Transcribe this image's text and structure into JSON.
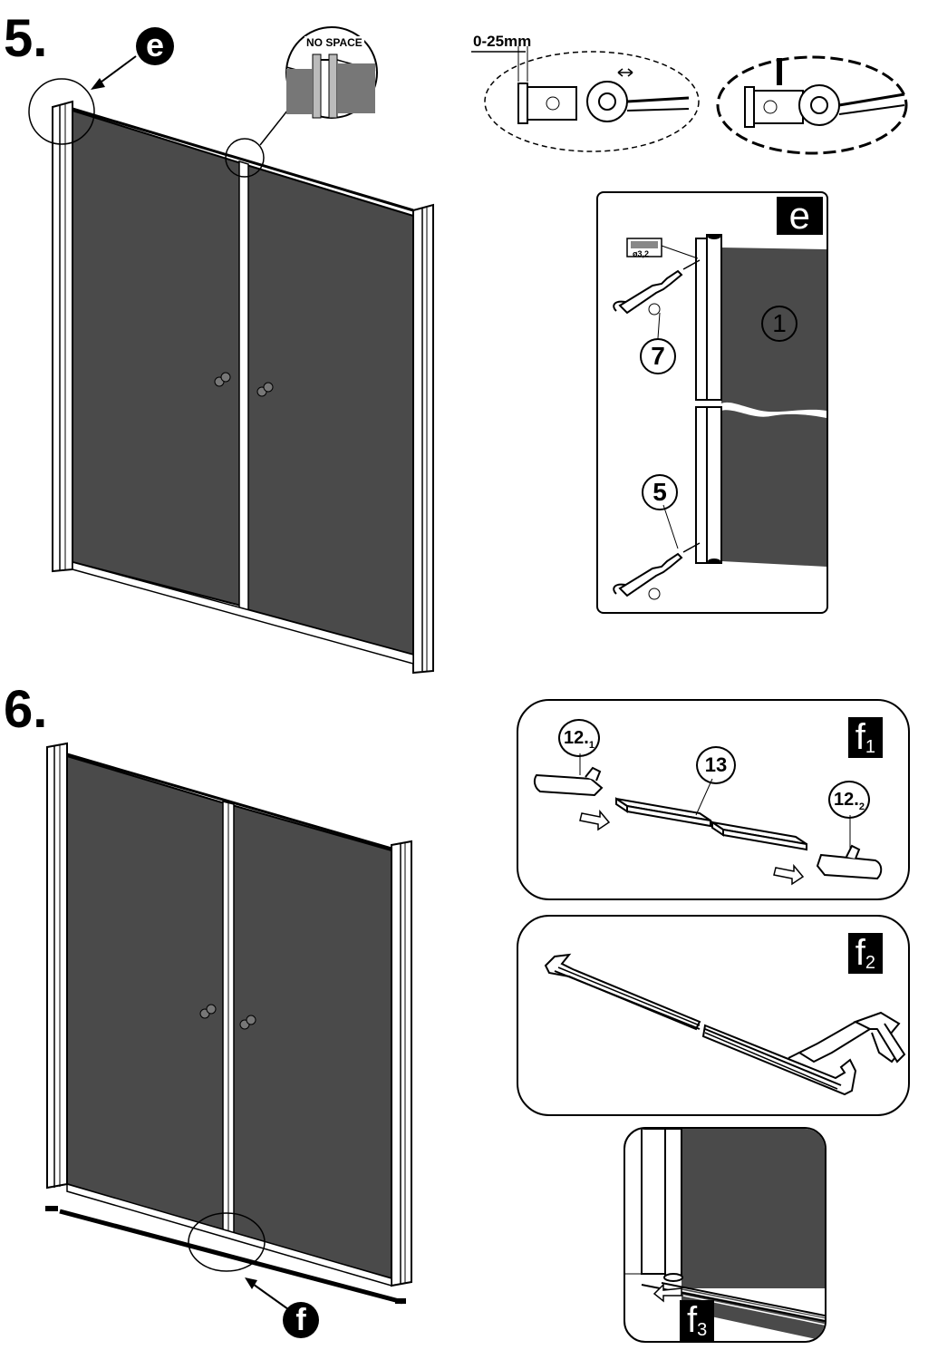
{
  "steps": [
    {
      "number": "5."
    },
    {
      "number": "6."
    }
  ],
  "step5": {
    "detail_marker": "e",
    "no_space_label": "NO SPACE",
    "gap_label": "0-25mm"
  },
  "panel_e": {
    "badge": "e",
    "drill_label": "ø3,2",
    "part_1": "1",
    "part_7": "7",
    "part_5": "5"
  },
  "step6": {
    "detail_marker": "f"
  },
  "panel_f1": {
    "badge": "f",
    "badge_sub": "1",
    "part_12_1": "12.",
    "part_12_1_sub": "1",
    "part_13": "13",
    "part_12_2": "12.",
    "part_12_2_sub": "2"
  },
  "panel_f2": {
    "badge": "f",
    "badge_sub": "2"
  },
  "panel_f3": {
    "badge": "f",
    "badge_sub": "3"
  },
  "colors": {
    "glass": "#4a4a4a",
    "line": "#000000",
    "background": "#ffffff"
  }
}
